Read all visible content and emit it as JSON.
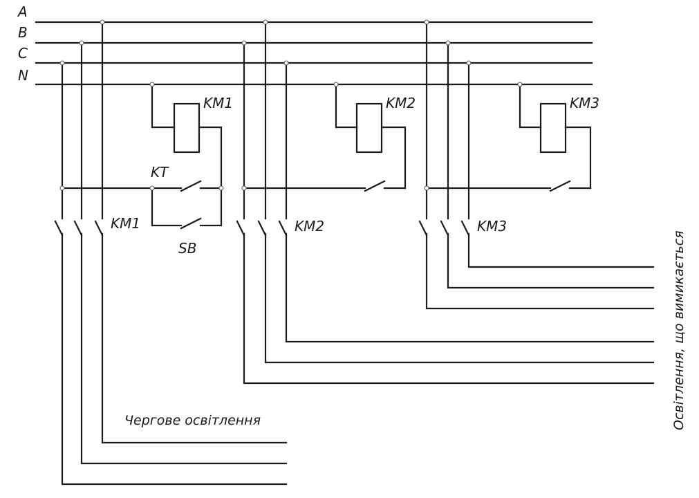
{
  "buses": {
    "a": "A",
    "b": "B",
    "c": "C",
    "n": "N"
  },
  "coils": {
    "km1": "KM1",
    "km2": "KM2",
    "km3": "KM3"
  },
  "control": {
    "timer_contact": "KT",
    "push_button": "SB"
  },
  "power_contacts": {
    "km1": "KM1",
    "km2": "KM2",
    "km3": "KM3"
  },
  "loads": {
    "duty_lighting": "Чергове освітлення",
    "switched_lighting": "Освітлення, що вимикається"
  }
}
